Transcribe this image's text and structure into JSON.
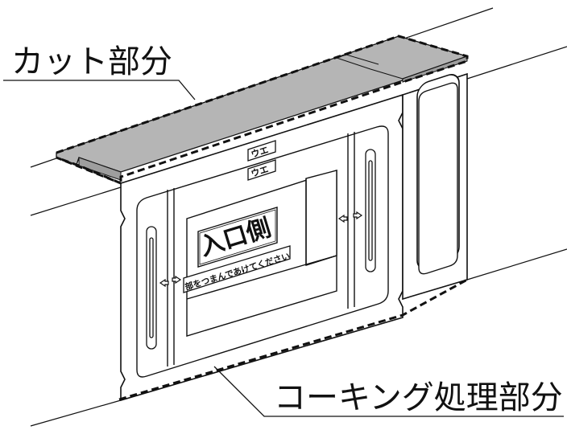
{
  "callouts": {
    "cut_part": "カット部分",
    "caulking_part": "コーキング処理部分"
  },
  "unit_labels": {
    "top_tag_1": "ウエ",
    "top_tag_2": "ウエ",
    "inlet_side": "入口側",
    "pull_instruction": "部をつまんであけてください"
  },
  "colors": {
    "line": "#111111",
    "cut_fill": "#b5b5b5",
    "paper": "#ffffff"
  }
}
